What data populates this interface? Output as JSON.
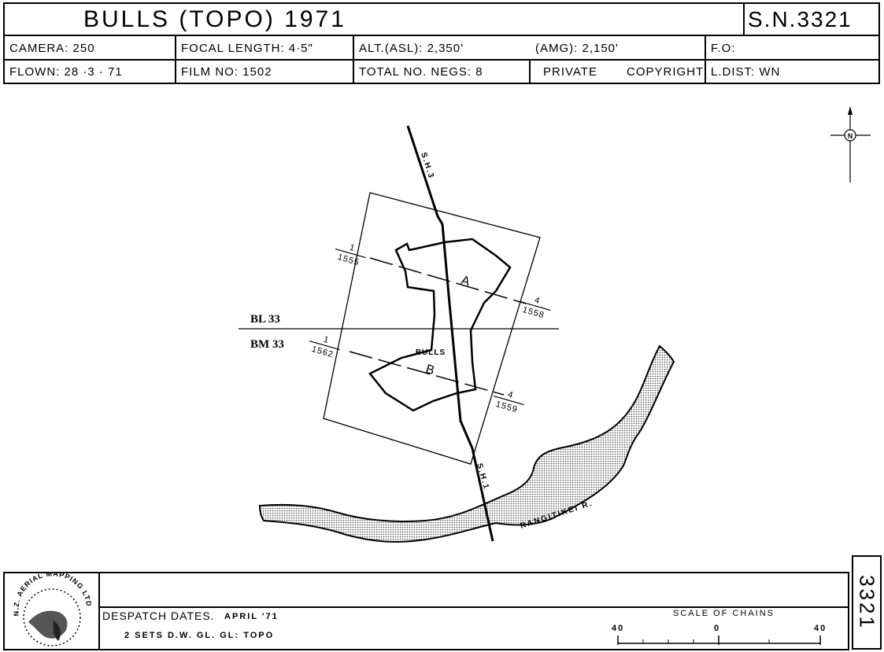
{
  "header": {
    "title": "BULLS  (TOPO)  1971",
    "sheet_number": "S.N.3321",
    "row1": {
      "camera": "CAMERA:  250",
      "focal_length": "FOCAL LENGTH: 4·5\"",
      "alt_asl": "ALT.(ASL):  2,350'",
      "amg": "(AMG):  2,150'",
      "fo": "F.O:"
    },
    "row2": {
      "flown": "FLOWN:  28 ·3 · 71",
      "film_no": "FILM  NO: 1502",
      "total_negs": "TOTAL  NO.  NEGS: 8",
      "private": "PRIVATE",
      "copyright": "COPYRIGHT",
      "ldist": "L.DIST:   WN"
    }
  },
  "map": {
    "sheet_labels": {
      "upper": "BL 33",
      "lower": "BM 33"
    },
    "town": "BULLS",
    "roads": {
      "north": "S.H.3",
      "south": "S.H.1"
    },
    "river": "RANGITIKEI  R.",
    "runs": [
      {
        "label": "A",
        "start_run": "1",
        "start_neg": "1555",
        "end_run": "4",
        "end_neg": "1558"
      },
      {
        "label": "B",
        "start_run": "1",
        "start_neg": "1562",
        "end_run": "4",
        "end_neg": "1559"
      }
    ],
    "north_arrow": "N"
  },
  "footer": {
    "logo_text": "N.Z. AERIAL MAPPING LTD.",
    "despatch_label": "DESPATCH  DATES.",
    "despatch_date": "APRIL  '71",
    "sets": "2   SETS   D.W.  GL.  GL:  TOPO",
    "scale_title": "SCALE  OF  CHAINS",
    "scale_left": "40",
    "scale_mid": "0",
    "scale_right": "40",
    "side_number": "3321"
  },
  "colors": {
    "ink": "#000000",
    "river_fill": "#bdbdbd",
    "paper": "#ffffff"
  }
}
